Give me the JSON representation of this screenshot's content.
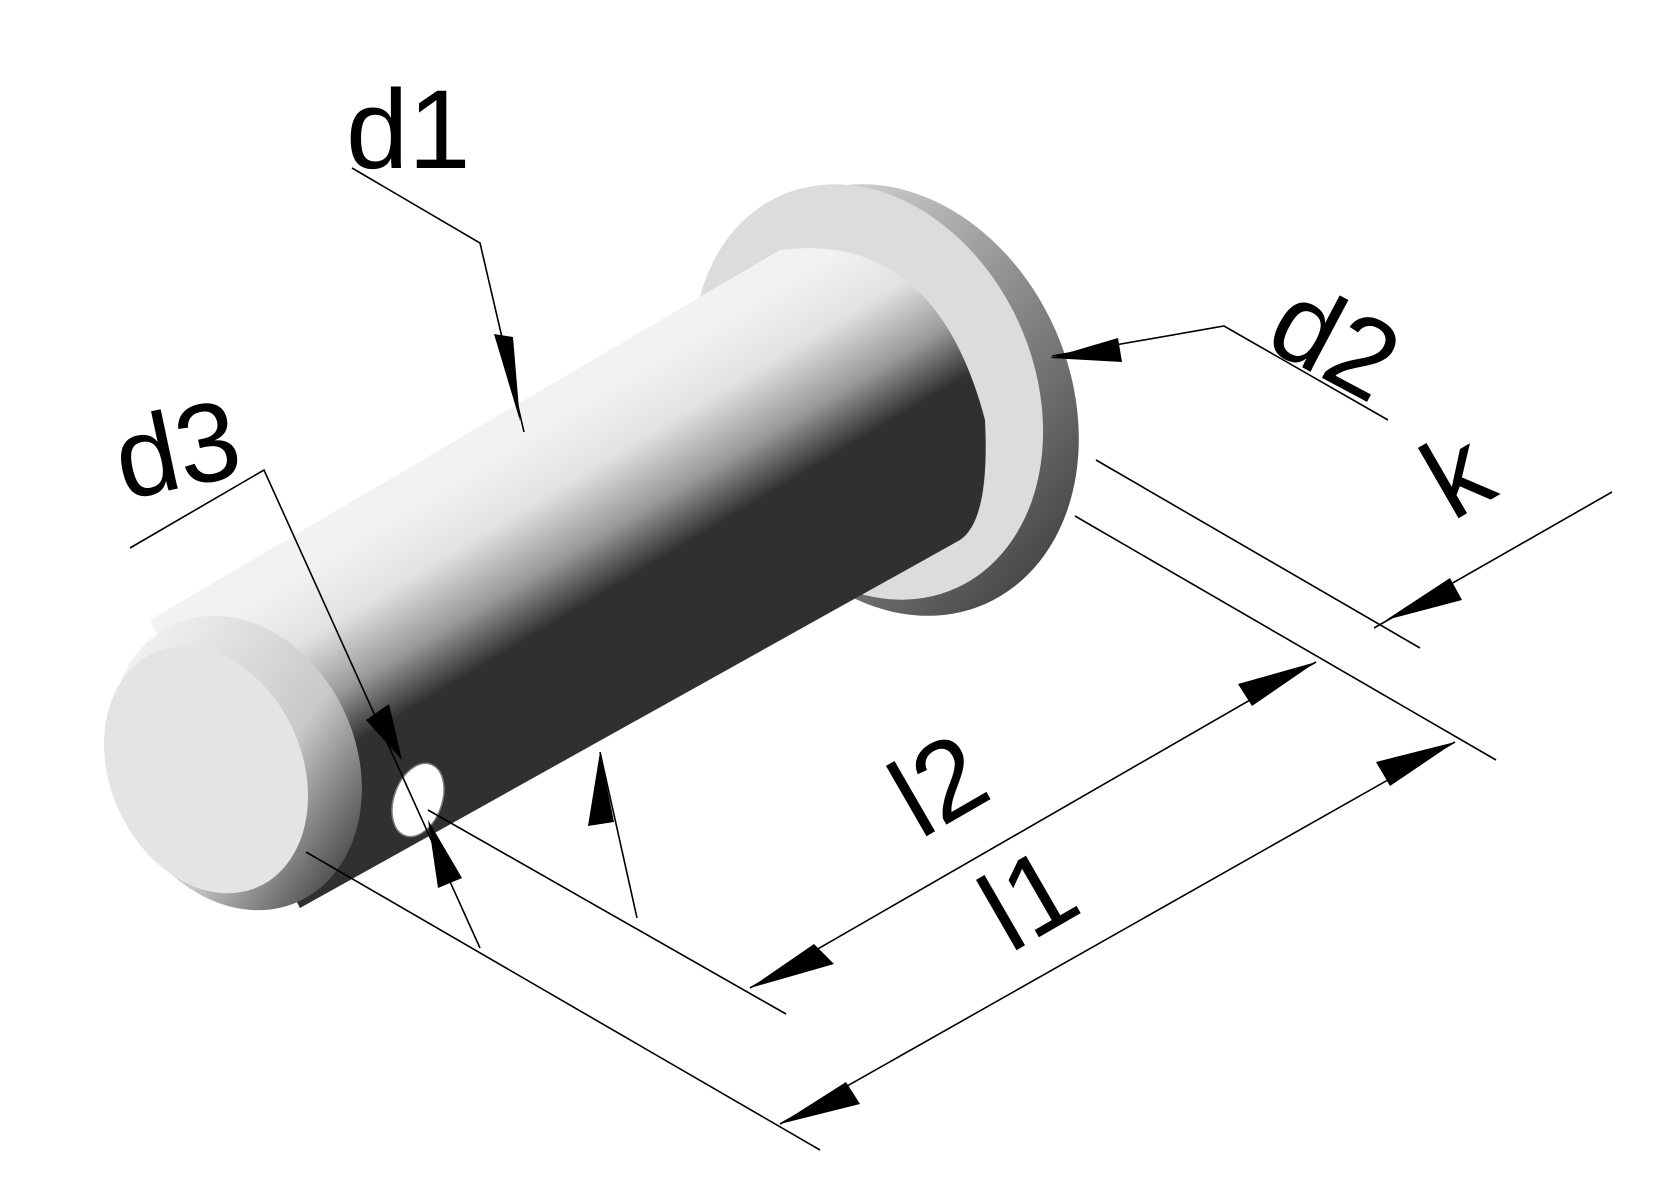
{
  "labels": {
    "d1": "d1",
    "d2": "d2",
    "d3": "d3",
    "l1": "l1",
    "l2": "l2",
    "k": "k"
  },
  "colors": {
    "background": "#ffffff",
    "ink": "#000000",
    "metal_light": "#eeeeee",
    "metal_mid": "#bdbdbd",
    "metal_dark": "#3a3a3a",
    "head_face": "#dedede",
    "head_rim": "#9a9a9a"
  }
}
